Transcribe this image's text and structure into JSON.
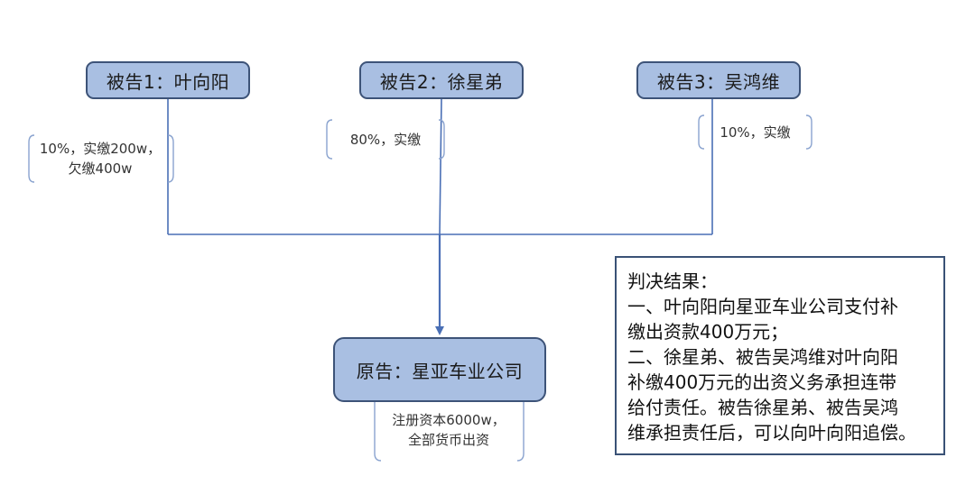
{
  "defendants": [
    {
      "label": "被告1：叶向阳",
      "note_lines": [
        "10%，实缴200w，",
        "欠缴400w"
      ]
    },
    {
      "label": "被告2：徐星弟",
      "note_lines": [
        "80%，实缴"
      ]
    },
    {
      "label": "被告3：吴鸿维",
      "note_lines": [
        "10%，实缴"
      ]
    }
  ],
  "plaintiff": {
    "label": "原告：星亚车业公司",
    "note_lines": [
      "注册资本6000w，",
      "全部货币出资"
    ]
  },
  "judgment": {
    "lines": [
      "判决结果：",
      "一、叶向阳向星亚车业公司支付补",
      "缴出资款400万元；",
      "二、徐星弟、被告吴鸿维对叶向阳",
      "补缴400万元的出资义务承担连带",
      "给付责任。被告徐星弟、被告吴鸿",
      "维承担责任后，可以向叶向阳追偿。"
    ]
  },
  "colors": {
    "node_fill": "#a9bfe2",
    "node_border": "#3d5378",
    "connector": "#4a6fb5",
    "bracket": "#8aa3cf"
  }
}
